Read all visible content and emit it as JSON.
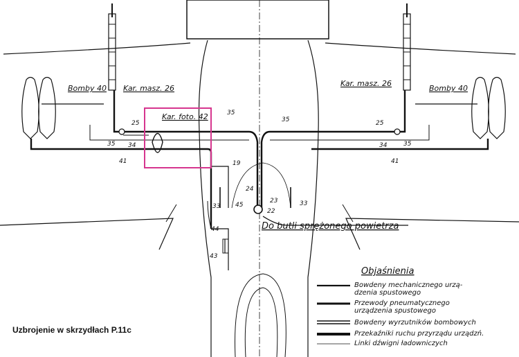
{
  "caption": "Uzbrojenie w skrzydłach P.11c",
  "labels": {
    "bombs_left": "Bomby 40",
    "bombs_right": "Bomby 40",
    "gun_left": "Kar. masz. 26",
    "gun_right": "Kar. masz. 26",
    "camera": "Kar. foto. 42",
    "air_bottle": "Do butli sprężonego powietrza"
  },
  "callouts": {
    "n25_left": "25",
    "n25_right": "25",
    "n35_left": "35",
    "n35_right": "35",
    "n34_left": "34",
    "n34_right": "34",
    "n41_left": "41",
    "n41_right": "41",
    "n35_center_left": "35",
    "n35_center_right": "35",
    "n19": "19",
    "n24": "24",
    "n45": "45",
    "n23": "23",
    "n22": "22",
    "n33_left": "33",
    "n33_right": "33",
    "n44": "44",
    "n43": "43"
  },
  "legend": {
    "title": "Objaśnienia",
    "items": [
      {
        "line1": "Bowdeny mechanicznego urzą-",
        "line2": "dzenia spustowego"
      },
      {
        "line1": "Przewody pneumatycznego",
        "line2": "urządzenia spustowego"
      },
      {
        "line1": "Bowdeny wyrzutników bombowych",
        "line2": ""
      },
      {
        "line1": "Przekaźniki ruchu przyrządu urządzń.",
        "line2": ""
      },
      {
        "line1": "Linki dźwigni ładowniczych",
        "line2": ""
      }
    ]
  },
  "colors": {
    "ink": "#111111",
    "highlight": "#d6358e"
  }
}
